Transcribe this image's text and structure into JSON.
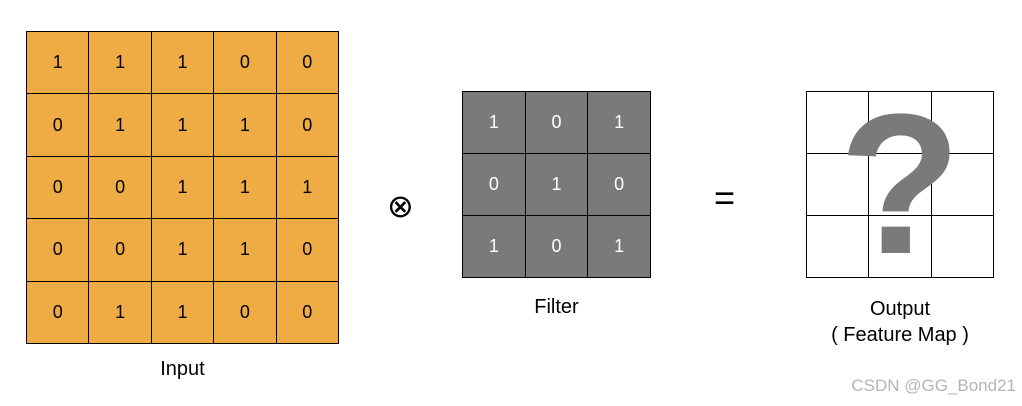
{
  "input": {
    "label": "Input",
    "color": "#efac45",
    "matrix": [
      [
        "1",
        "1",
        "1",
        "0",
        "0"
      ],
      [
        "0",
        "1",
        "1",
        "1",
        "0"
      ],
      [
        "0",
        "0",
        "1",
        "1",
        "1"
      ],
      [
        "0",
        "0",
        "1",
        "1",
        "0"
      ],
      [
        "0",
        "1",
        "1",
        "0",
        "0"
      ]
    ]
  },
  "operators": {
    "convolution": "⊗",
    "equals": "="
  },
  "filter": {
    "label": "Filter",
    "color": "#7a7a7a",
    "matrix": [
      [
        "1",
        "0",
        "1"
      ],
      [
        "0",
        "1",
        "0"
      ],
      [
        "1",
        "0",
        "1"
      ]
    ]
  },
  "output": {
    "label_line1": "Output",
    "label_line2": "( Feature Map )",
    "placeholder": "?",
    "rows": 3,
    "cols": 3
  },
  "watermark": "CSDN @GG_Bond21"
}
